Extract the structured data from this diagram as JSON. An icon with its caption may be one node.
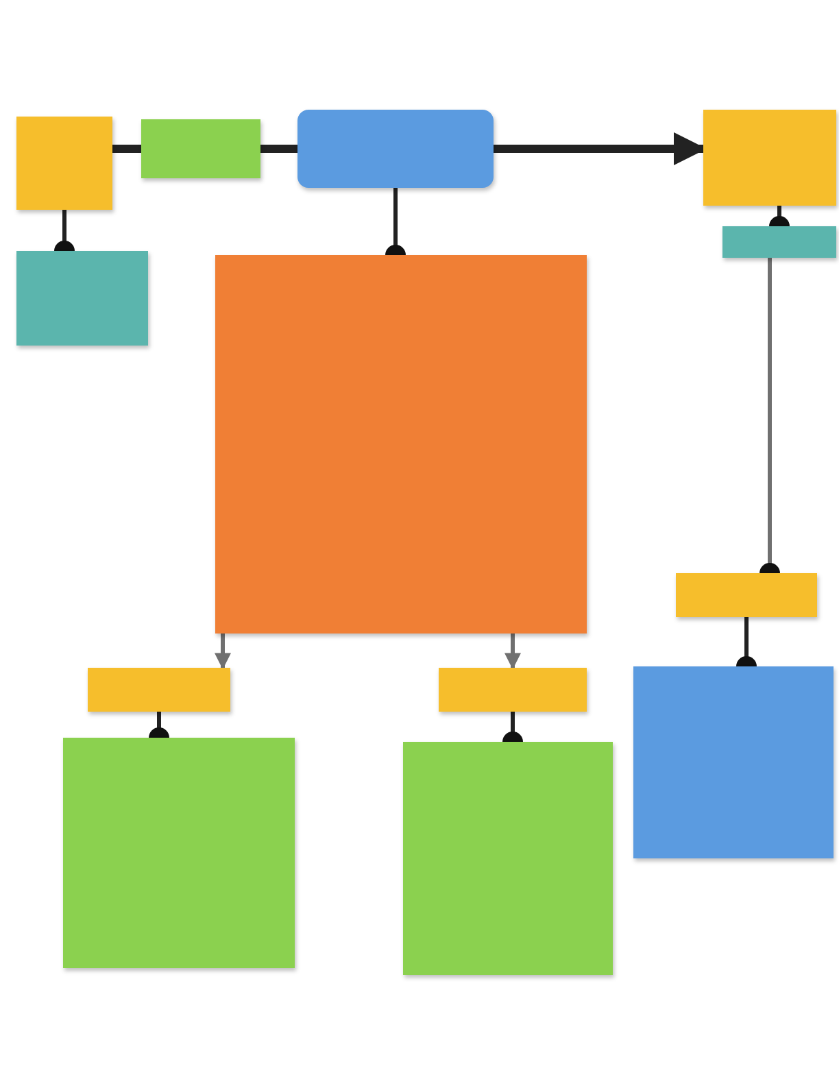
{
  "diagram": {
    "nodes": [
      {
        "text": [],
        "shape": "box"
      },
      {
        "text": [],
        "shape": "box"
      },
      {
        "text": [],
        "shape": "box"
      },
      {
        "text": [],
        "shape": "box"
      },
      {
        "text": [],
        "shape": "box"
      },
      {
        "text": [],
        "shape": "box"
      },
      {
        "text": [],
        "shape": "box"
      },
      {
        "text": [],
        "shape": "box"
      },
      {
        "text": [],
        "shape": "box"
      },
      {
        "text": [],
        "shape": "box"
      },
      {
        "text": [],
        "shape": "box"
      },
      {
        "text": [],
        "shape": "box"
      },
      {
        "text": [],
        "shape": "box"
      }
    ],
    "edges": [
      {
        "from": 0,
        "to": 1,
        "arrow": "none",
        "style": "thick"
      },
      {
        "from": 1,
        "to": 2,
        "arrow": "none",
        "style": "thick"
      },
      {
        "from": 2,
        "to": 3,
        "arrow": "to",
        "style": "thick"
      },
      {
        "from": 0,
        "to": 4,
        "arrow": "other"
      },
      {
        "from": 2,
        "to": 5,
        "arrow": "other"
      },
      {
        "from": 3,
        "to": 6,
        "arrow": "other"
      },
      {
        "from": 6,
        "to": 7,
        "arrow": "other",
        "color": "#707070"
      },
      {
        "from": 7,
        "to": 8,
        "arrow": "other"
      },
      {
        "from": 5,
        "to": 9,
        "arrow": "to",
        "color": "#707070"
      },
      {
        "from": 5,
        "to": 10,
        "arrow": "to",
        "color": "#707070"
      },
      {
        "from": 9,
        "to": 11,
        "arrow": "other"
      },
      {
        "from": 10,
        "to": 12,
        "arrow": "other"
      }
    ]
  }
}
